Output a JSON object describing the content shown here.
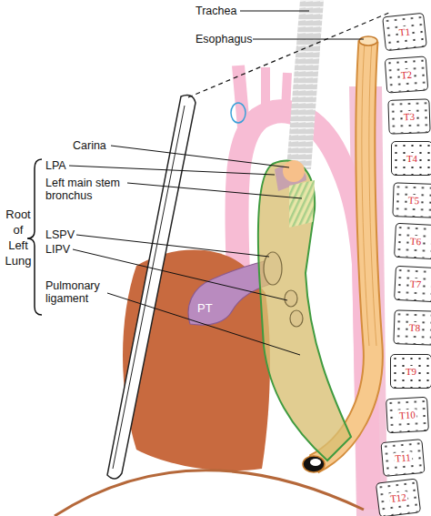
{
  "diagram": {
    "nodes": [
      {
        "text": [
          "PT"
        ]
      },
      {
        "text": [
          "T1"
        ]
      },
      {
        "text": [
          "T2"
        ]
      },
      {
        "text": [
          "T3"
        ]
      },
      {
        "text": [
          "T4"
        ]
      },
      {
        "text": [
          "T5"
        ]
      },
      {
        "text": [
          "T6"
        ]
      },
      {
        "text": [
          "T7"
        ]
      },
      {
        "text": [
          "T8"
        ]
      },
      {
        "text": [
          "T9"
        ]
      },
      {
        "text": [
          "T10"
        ]
      },
      {
        "text": [
          "T11"
        ]
      },
      {
        "text": [
          "T12"
        ]
      }
    ],
    "labels": [
      "Trachea",
      "Esophagus",
      "Carina",
      "LPA",
      "Left main stem bronchus",
      "LSPV",
      "LIPV",
      "Pulmonary ligament",
      "Root of Left Lung"
    ]
  }
}
